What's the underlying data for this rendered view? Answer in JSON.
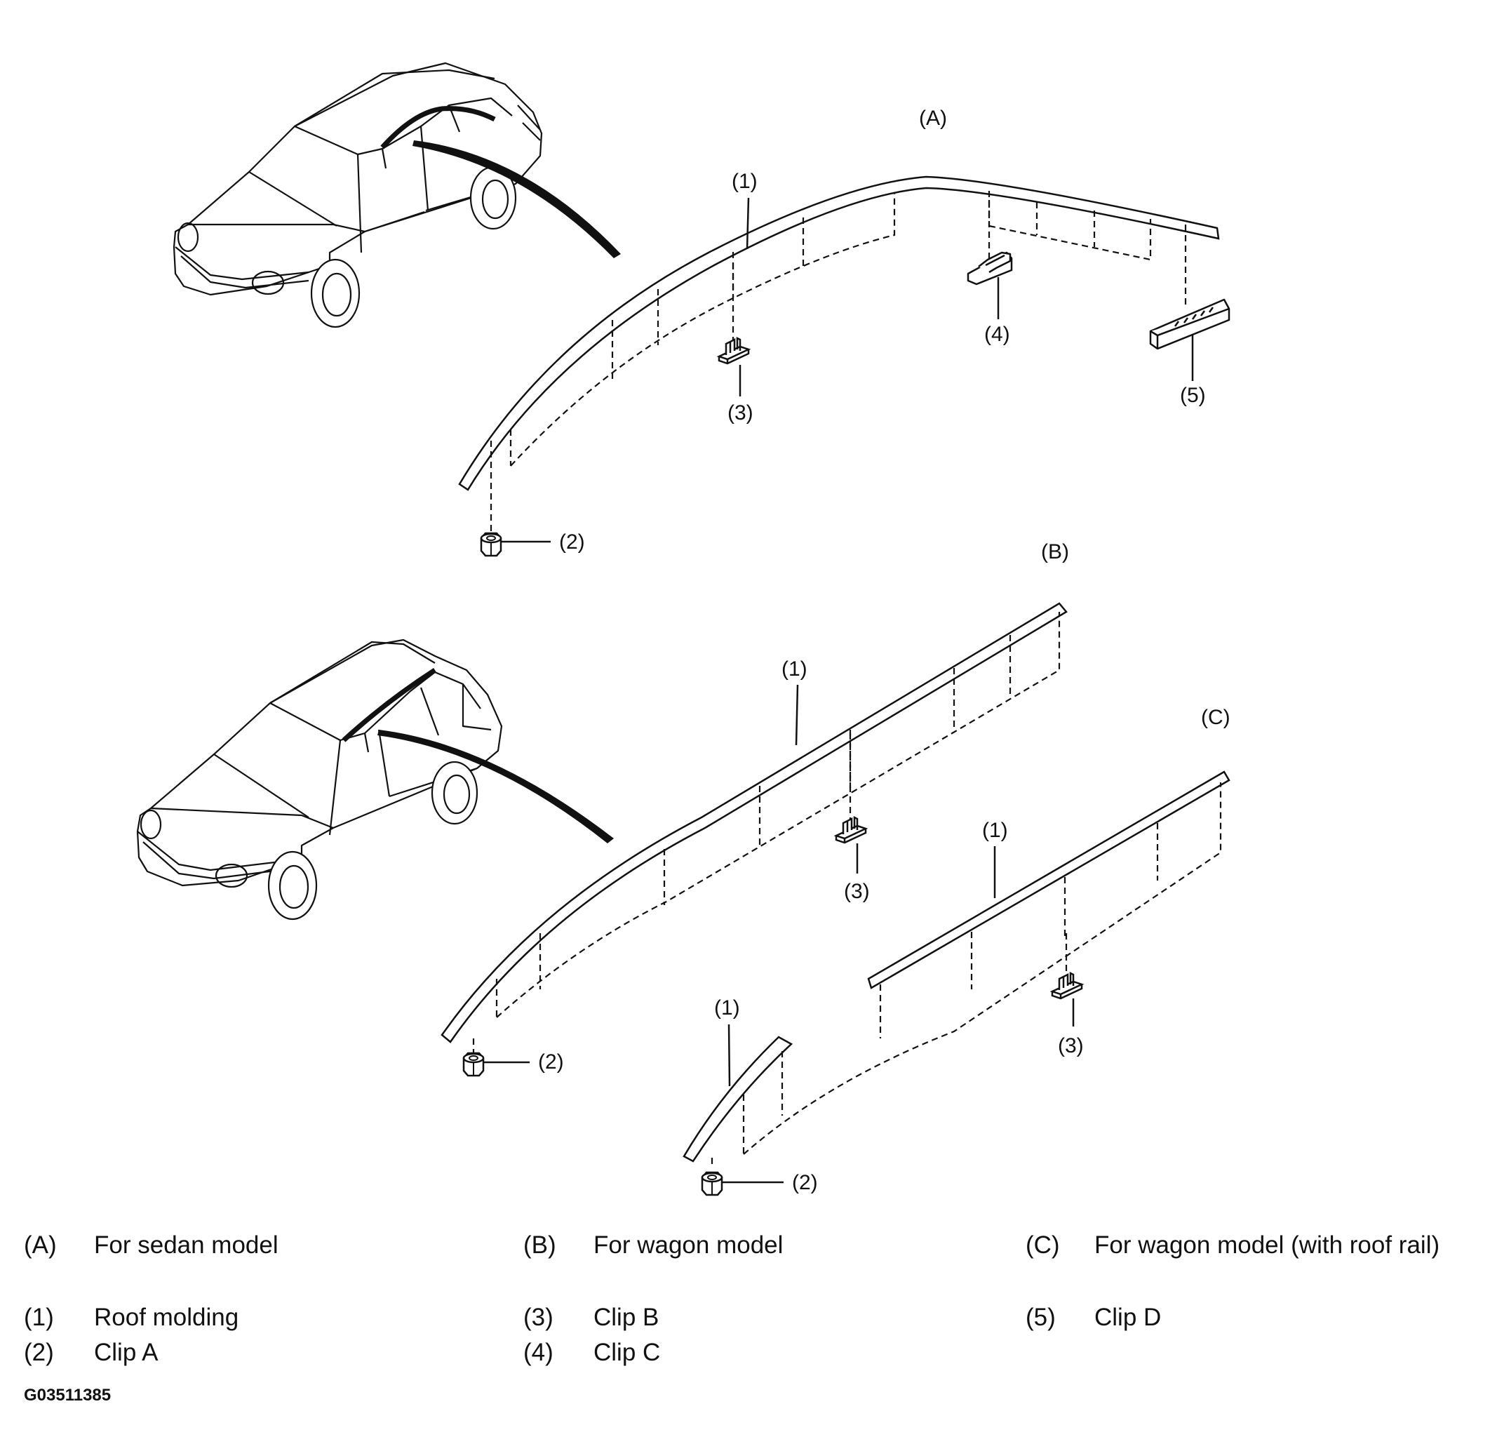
{
  "diagram": {
    "callouts": {
      "A": "(A)",
      "B": "(B)",
      "C": "(C)",
      "p1": "(1)",
      "p2": "(2)",
      "p3": "(3)",
      "p4": "(4)",
      "p5": "(5)"
    },
    "icons": [
      "sedan-car-illustration",
      "wagon-car-illustration",
      "roof-molding-strip",
      "clip-a-nut",
      "clip-b",
      "clip-c",
      "clip-d"
    ]
  },
  "legend": {
    "variants": [
      {
        "key": "(A)",
        "text": "For sedan model"
      },
      {
        "key": "(B)",
        "text": "For wagon model"
      },
      {
        "key": "(C)",
        "text": "For wagon model (with roof rail)"
      }
    ],
    "parts": [
      {
        "key": "(1)",
        "text": "Roof molding"
      },
      {
        "key": "(2)",
        "text": "Clip A"
      },
      {
        "key": "(3)",
        "text": "Clip B"
      },
      {
        "key": "(4)",
        "text": "Clip C"
      },
      {
        "key": "(5)",
        "text": "Clip D"
      }
    ]
  },
  "figure_id": "G03511385"
}
